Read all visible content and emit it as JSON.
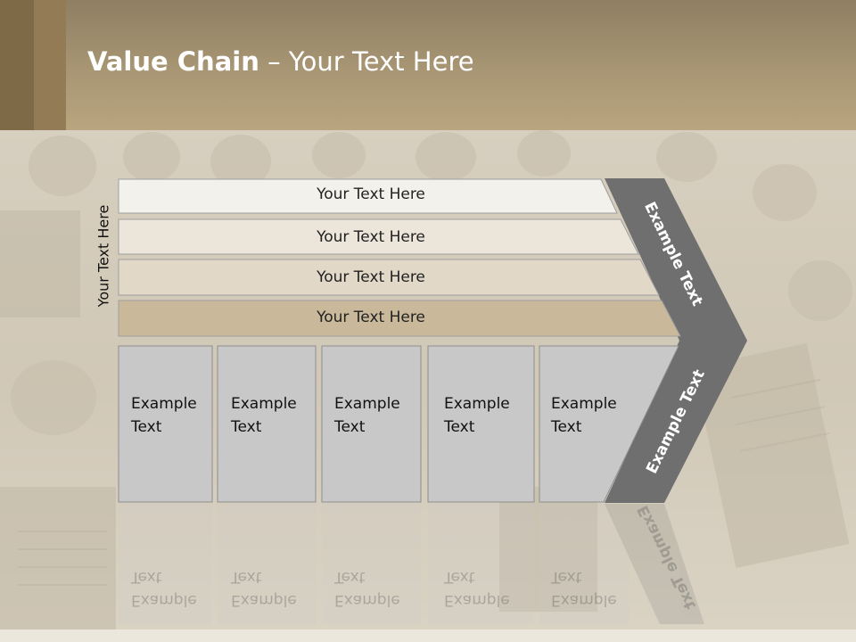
{
  "title": {
    "bold": "Value Chain",
    "rest": " – Your Text Here"
  },
  "side_label": "Your Text Here",
  "rows": [
    {
      "label": "Your Text Here",
      "color": "#f3f1ec"
    },
    {
      "label": "Your Text Here",
      "color": "#ebe5da"
    },
    {
      "label": "Your Text Here",
      "color": "#e1d8c8"
    },
    {
      "label": "Your Text Here",
      "color": "#c9b99a"
    }
  ],
  "columns": [
    {
      "line1": "Example",
      "line2": "Text"
    },
    {
      "line1": "Example",
      "line2": "Text"
    },
    {
      "line1": "Example",
      "line2": "Text"
    },
    {
      "line1": "Example",
      "line2": "Text"
    },
    {
      "line1": "Example",
      "line2": "Text"
    }
  ],
  "chevron": {
    "top_label": "Example Text",
    "bottom_label": "Example Text",
    "color": "#6f6f6f"
  },
  "colors": {
    "header": "#a89674",
    "column_fill": "#c8c8c8"
  }
}
